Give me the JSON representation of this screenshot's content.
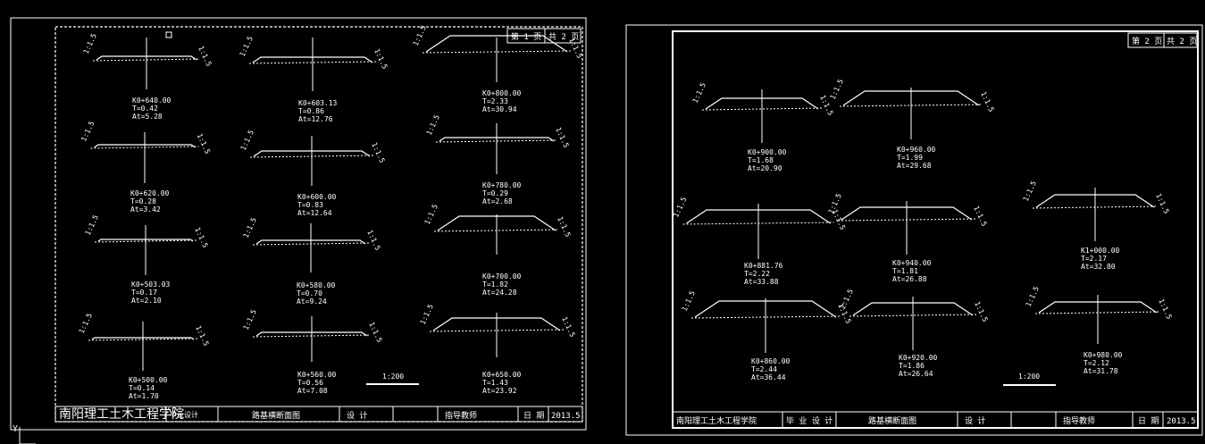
{
  "sheets": [
    {
      "id": "sheet1",
      "page_label": "第 1 页",
      "total_label": "共 2 页",
      "scale": "1:200",
      "title_block": {
        "school": "南阳理工土木工程学院",
        "major": "毕业设计",
        "drawing_title": "路基横断面图",
        "design_label": "设 计",
        "advisor_label": "指导教师",
        "date_label": "日 期",
        "date_value": "2013.5"
      },
      "sections": [
        {
          "station": "K0+640.00",
          "t": "T=0.42",
          "at": "At=5.28",
          "slope_left": "1:1.5",
          "slope_right": "1:1.5"
        },
        {
          "station": "K0+603.13",
          "t": "T=0.86",
          "at": "At=12.76",
          "slope_left": "1:1.5",
          "slope_right": "1:1.5"
        },
        {
          "station": "K0+800.00",
          "t": "T=2.33",
          "at": "At=30.94",
          "slope_left": "1:1.5",
          "slope_right": "1:1.5"
        },
        {
          "station": "K0+620.00",
          "t": "T=0.28",
          "at": "At=3.42",
          "slope_left": "1:1.5",
          "slope_right": "1:1.5"
        },
        {
          "station": "K0+600.00",
          "t": "T=0.83",
          "at": "At=12.64",
          "slope_left": "1:1.5",
          "slope_right": "1:1.5"
        },
        {
          "station": "K0+780.00",
          "t": "T=0.29",
          "at": "At=2.68",
          "slope_left": "1:1.5",
          "slope_right": "1:1.5"
        },
        {
          "station": "K0+503.03",
          "t": "T=0.17",
          "at": "At=2.10",
          "slope_left": "1:1.5",
          "slope_right": "1:1.5"
        },
        {
          "station": "K0+580.00",
          "t": "T=0.70",
          "at": "At=9.24",
          "slope_left": "1:1.5",
          "slope_right": "1:1.5"
        },
        {
          "station": "K0+700.00",
          "t": "T=1.82",
          "at": "At=24.28",
          "slope_left": "1:1.5",
          "slope_right": "1:1.5"
        },
        {
          "station": "K0+500.00",
          "t": "T=0.14",
          "at": "At=1.70",
          "slope_left": "1:1.5",
          "slope_right": "1:1.5"
        },
        {
          "station": "K0+560.00",
          "t": "T=0.56",
          "at": "At=7.08",
          "slope_left": "1:1.5",
          "slope_right": "1:1.5"
        },
        {
          "station": "K0+650.00",
          "t": "T=1.43",
          "at": "At=23.92",
          "slope_left": "1:1.5",
          "slope_right": "1:1.5"
        }
      ]
    },
    {
      "id": "sheet2",
      "page_label": "第 2 页",
      "total_label": "共 2 页",
      "scale": "1:200",
      "title_block": {
        "school": "南阳理工土木工程学院",
        "major": "毕 业 设 计",
        "drawing_title": "路基横断面图",
        "design_label": "设 计",
        "advisor_label": "指导教师",
        "date_label": "日 期",
        "date_value": "2013.5"
      },
      "sections": [
        {
          "station": "K0+900.00",
          "t": "T=1.68",
          "at": "At=20.90",
          "slope_left": "1:1.5",
          "slope_right": "1:1.5"
        },
        {
          "station": "K0+960.00",
          "t": "T=1.99",
          "at": "At=29.68",
          "slope_left": "1:1.5",
          "slope_right": "1:1.5"
        },
        {
          "station": "K0+881.76",
          "t": "T=2.22",
          "at": "At=33.88",
          "slope_left": "1:1.5",
          "slope_right": "1:1.5"
        },
        {
          "station": "K0+940.00",
          "t": "T=1.81",
          "at": "At=26.88",
          "slope_left": "1:1.5",
          "slope_right": "1:1.5"
        },
        {
          "station": "K1+000.00",
          "t": "T=2.17",
          "at": "At=32.80",
          "slope_left": "1:1.5",
          "slope_right": "1:1.5"
        },
        {
          "station": "K0+860.00",
          "t": "T=2.44",
          "at": "At=36.44",
          "slope_left": "1:1.5",
          "slope_right": "1:1.5"
        },
        {
          "station": "K0+920.00",
          "t": "T=1.86",
          "at": "At=26.64",
          "slope_left": "1:1.5",
          "slope_right": "1:1.5"
        },
        {
          "station": "K0+980.00",
          "t": "T=2.12",
          "at": "At=31.78",
          "slope_left": "1:1.5",
          "slope_right": "1:1.5"
        }
      ]
    }
  ],
  "ucs_icon_label": "Y"
}
